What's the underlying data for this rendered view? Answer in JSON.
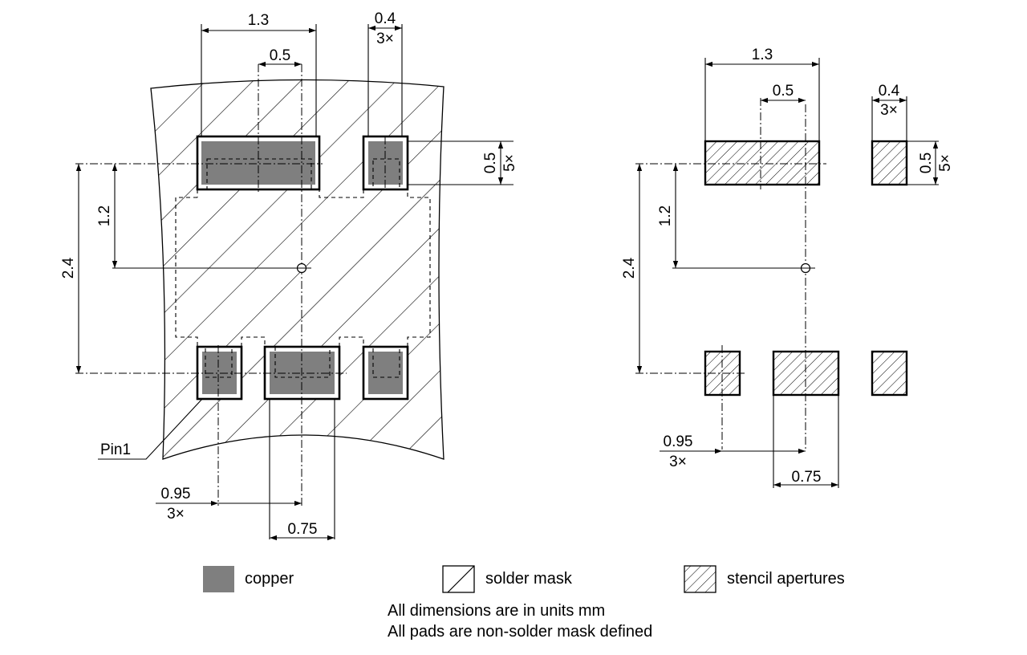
{
  "colors": {
    "copper": "#7f7f7f",
    "line": "#000000",
    "background": "#ffffff"
  },
  "left_view": {
    "dims": {
      "top_width": "1.3",
      "top_center": "0.5",
      "small_pad_width": "0.4",
      "small_pad_count": "3×",
      "pad_height": "0.5",
      "pad_height_count": "5×",
      "half_pitch": "1.2",
      "full_pitch": "2.4",
      "pitch_x": "0.95",
      "pitch_x_count": "3×",
      "center_pad_width": "0.75"
    },
    "pin1_label": "Pin1"
  },
  "right_view": {
    "dims": {
      "top_width": "1.3",
      "top_center": "0.5",
      "small_pad_width": "0.4",
      "small_pad_count": "3×",
      "pad_height": "0.5",
      "pad_height_count": "5×",
      "half_pitch": "1.2",
      "full_pitch": "2.4",
      "pitch_x": "0.95",
      "pitch_x_count": "3×",
      "center_pad_width": "0.75"
    }
  },
  "legend": {
    "copper": "copper",
    "solder_mask": "solder mask",
    "stencil": "stencil apertures"
  },
  "notes": [
    "All dimensions are in units mm",
    "All pads are non-solder mask defined"
  ]
}
